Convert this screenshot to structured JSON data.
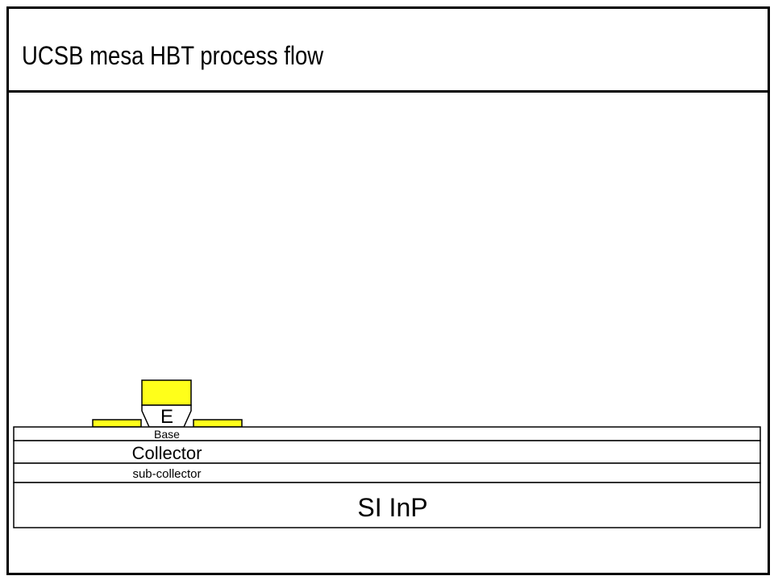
{
  "slide": {
    "title": "UCSB mesa HBT process flow"
  },
  "diagram": {
    "layers": [
      {
        "id": "emitter",
        "label": "E"
      },
      {
        "id": "base",
        "label": "Base"
      },
      {
        "id": "collector",
        "label": "Collector"
      },
      {
        "id": "sub_collector",
        "label": "sub-collector"
      },
      {
        "id": "substrate",
        "label": "SI InP"
      }
    ],
    "colors": {
      "metal": "#ffff1a",
      "semiconductor": "#ffffff",
      "outline": "#000000"
    }
  }
}
